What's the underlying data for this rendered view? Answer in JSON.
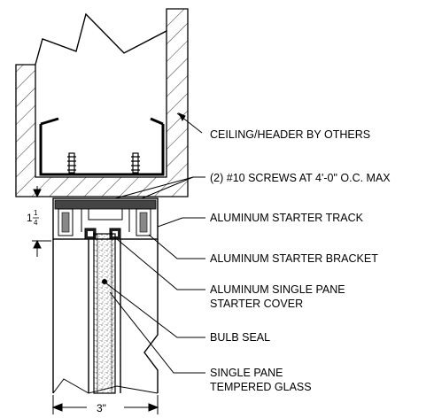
{
  "callouts": {
    "ceiling": "CEILING/HEADER BY OTHERS",
    "screws": "(2) #10 SCREWS AT 4'-0\" O.C. MAX",
    "track": "ALUMINUM STARTER TRACK",
    "bracket": "ALUMINUM STARTER BRACKET",
    "cover_line1": "ALUMINUM SINGLE PANE",
    "cover_line2": "STARTER COVER",
    "seal": "BULB SEAL",
    "glass_line1": "SINGLE PANE",
    "glass_line2": "TEMPERED GLASS"
  },
  "dimensions": {
    "track_height_whole": "1",
    "track_height_num": "1",
    "track_height_den": "4",
    "width": "3\""
  }
}
